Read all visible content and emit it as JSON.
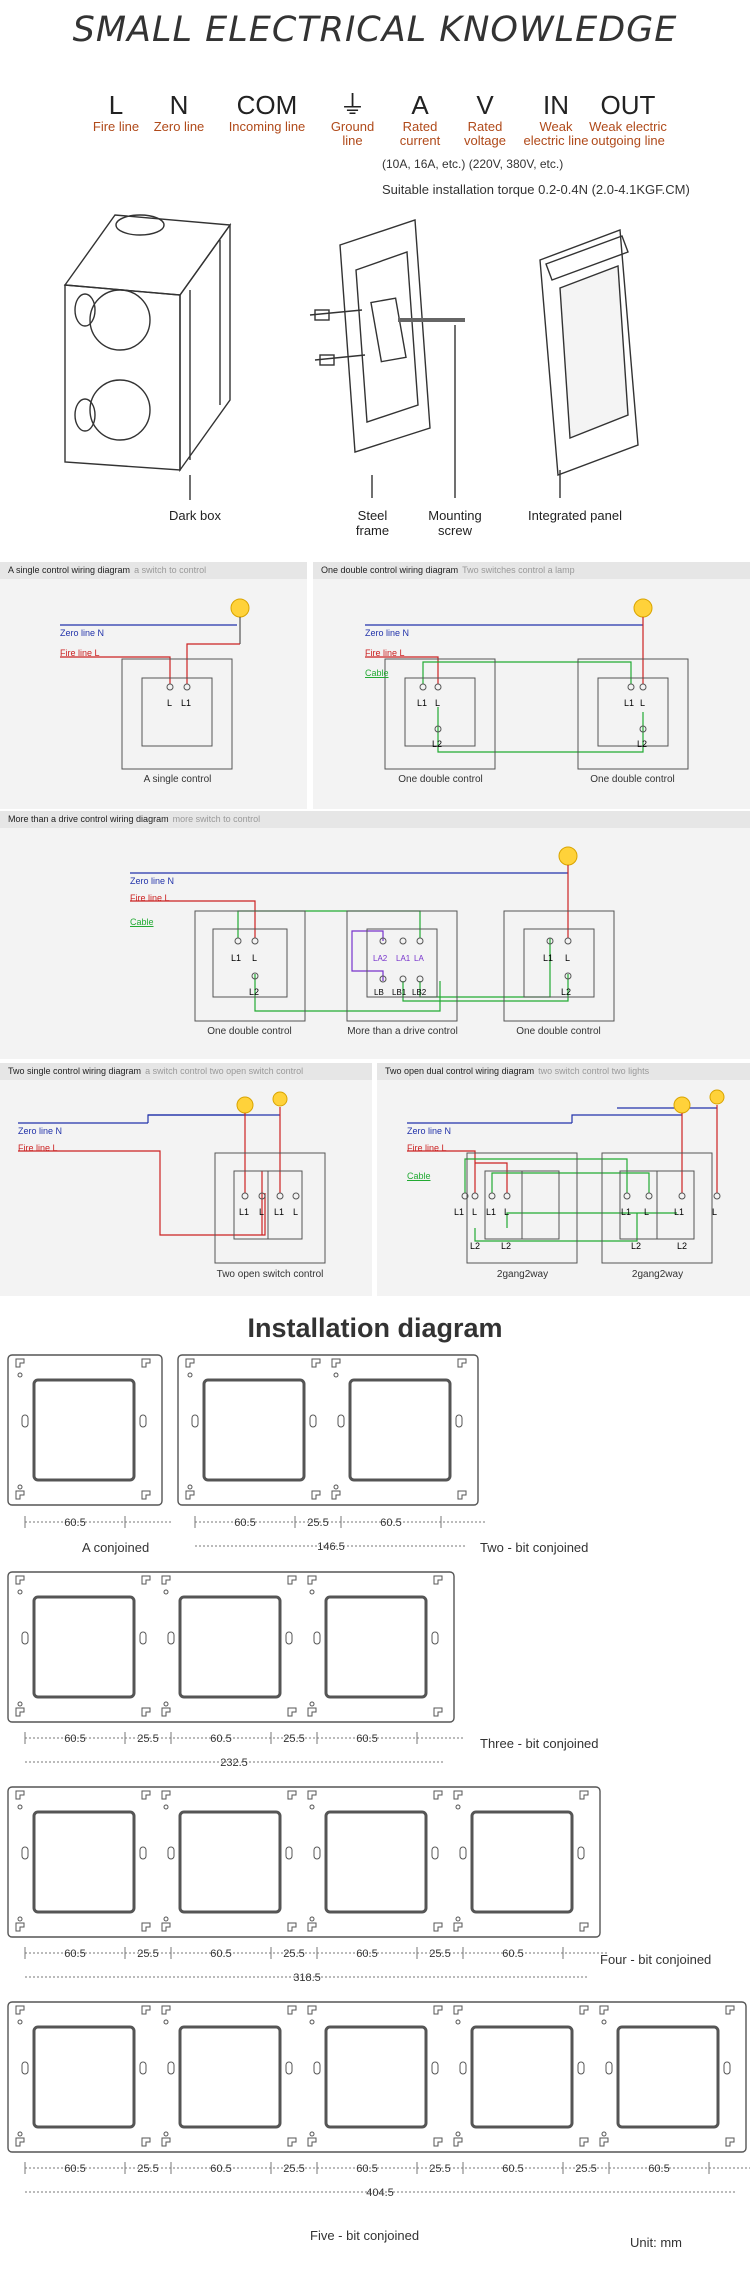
{
  "header": {
    "title": "SMALL ELECTRICAL KNOWLEDGE"
  },
  "symbols": [
    {
      "letter": "L",
      "desc": "Fire line"
    },
    {
      "letter": "N",
      "desc": "Zero line"
    },
    {
      "letter": "COM",
      "desc": "Incoming line"
    },
    {
      "letter": "⏚",
      "desc": "Ground line"
    },
    {
      "letter": "A",
      "desc": "Rated current"
    },
    {
      "letter": "V",
      "desc": "Rated voltage"
    },
    {
      "letter": "IN",
      "desc": "Weak electric line"
    },
    {
      "letter": "OUT",
      "desc": "Weak electric outgoing line"
    }
  ],
  "notes": {
    "rating": "(10A, 16A, etc.) (220V, 380V, etc.)",
    "torque": "Suitable installation torque 0.2-0.4N (2.0-4.1KGF.CM)"
  },
  "parts": {
    "dark_box": "Dark box",
    "steel_frame": "Steel frame",
    "mounting_screw": "Mounting screw",
    "integrated_panel": "Integrated panel"
  },
  "wiring": {
    "zero_line": "Zero line N",
    "fire_line": "Fire line L",
    "cable": "Cable",
    "panels": [
      {
        "title": "A single control wiring diagram",
        "subtitle": "a switch to control",
        "captions": [
          "A single control"
        ]
      },
      {
        "title": "One double control wiring diagram",
        "subtitle": "Two switches control a lamp",
        "captions": [
          "One double control",
          "One double control"
        ]
      },
      {
        "title": "More than a drive control wiring diagram",
        "subtitle": "more switch to control",
        "captions": [
          "One double control",
          "More than a drive control",
          "One double control"
        ]
      },
      {
        "title": "Two single control wiring diagram",
        "subtitle": "a switch control two open switch control",
        "captions": [
          "Two open switch control"
        ]
      },
      {
        "title": "Two open dual control wiring diagram",
        "subtitle": "two switch control two lights",
        "captions": [
          "2gang2way",
          "2gang2way"
        ]
      }
    ],
    "terminals": {
      "L": "L",
      "L1": "L1",
      "L2": "L2",
      "LA1": "LA1",
      "LA": "LA",
      "LB": "LB",
      "LB1": "LB1",
      "LB2": "LB2",
      "LA2": "LA2"
    }
  },
  "installation": {
    "title": "Installation diagram",
    "rows": [
      {
        "label": "A conjoined",
        "dims": [
          "60.5"
        ],
        "total": ""
      },
      {
        "label": "Two - bit conjoined",
        "dims": [
          "60.5",
          "25.5",
          "60.5"
        ],
        "total": "146.5"
      },
      {
        "label": "Three - bit conjoined",
        "dims": [
          "60.5",
          "25.5",
          "60.5",
          "25.5",
          "60.5"
        ],
        "total": "232.5"
      },
      {
        "label": "Four - bit conjoined",
        "dims": [
          "60.5",
          "25.5",
          "60.5",
          "25.5",
          "60.5",
          "25.5",
          "60.5"
        ],
        "total": "318.5"
      },
      {
        "label": "Five - bit conjoined",
        "dims": [
          "60.5",
          "25.5",
          "60.5",
          "25.5",
          "60.5",
          "25.5",
          "60.5",
          "25.5",
          "60.5"
        ],
        "total": "404.5"
      }
    ],
    "unit": "Unit: mm"
  }
}
